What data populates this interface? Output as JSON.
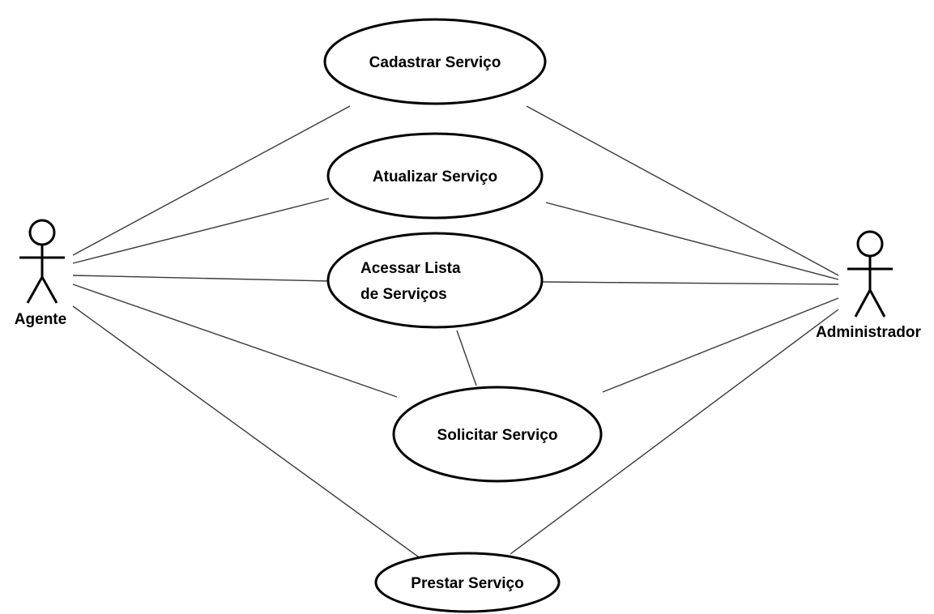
{
  "actors": {
    "agente": {
      "label": "Agente"
    },
    "administrador": {
      "label": "Administrador"
    }
  },
  "use_cases": {
    "cadastrar": {
      "label": "Cadastrar Serviço"
    },
    "atualizar": {
      "label": "Atualizar Serviço"
    },
    "acessar": {
      "line1": "Acessar Lista",
      "line2": "de Serviços"
    },
    "solicitar": {
      "label": "Solicitar Serviço"
    },
    "prestar": {
      "label": "Prestar Serviço"
    }
  }
}
